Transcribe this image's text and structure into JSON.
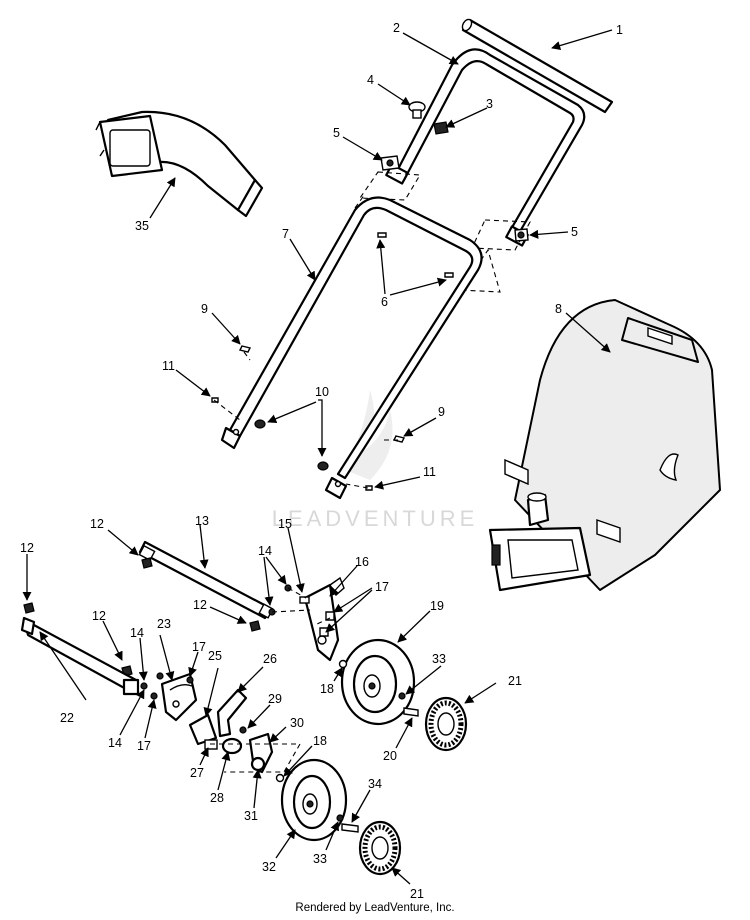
{
  "watermark": "LEADVENTURE",
  "footer": "Rendered by LeadVenture, Inc.",
  "callouts": [
    "1",
    "2",
    "3",
    "4",
    "5",
    "5",
    "6",
    "7",
    "8",
    "9",
    "9",
    "10",
    "11",
    "11",
    "12",
    "12",
    "12",
    "12",
    "13",
    "14",
    "14",
    "14",
    "15",
    "16",
    "17",
    "17",
    "17",
    "18",
    "18",
    "19",
    "20",
    "21",
    "21",
    "22",
    "23",
    "25",
    "26",
    "27",
    "28",
    "29",
    "30",
    "31",
    "32",
    "33",
    "33",
    "34",
    "35"
  ]
}
